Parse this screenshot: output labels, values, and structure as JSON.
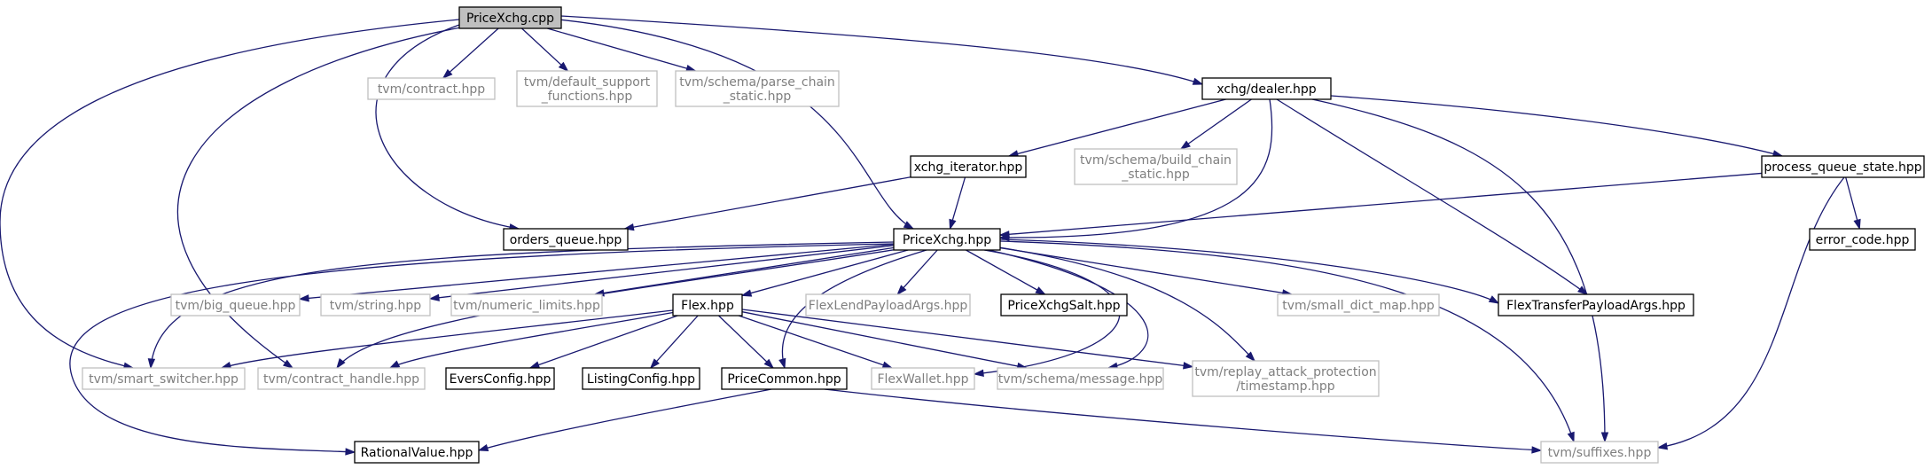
{
  "nodes": [
    {
      "id": "PriceXchg_cpp",
      "lines": [
        "PriceXchg.cpp"
      ],
      "documented": false,
      "root": true
    },
    {
      "id": "tvm_contract",
      "lines": [
        "tvm/contract.hpp"
      ],
      "documented": false
    },
    {
      "id": "tvm_default_support",
      "lines": [
        "tvm/default_support",
        "_functions.hpp"
      ],
      "documented": false
    },
    {
      "id": "tvm_parse_chain",
      "lines": [
        "tvm/schema/parse_chain",
        "_static.hpp"
      ],
      "documented": false
    },
    {
      "id": "xchg_dealer",
      "lines": [
        "xchg/dealer.hpp"
      ],
      "documented": true
    },
    {
      "id": "xchg_iterator",
      "lines": [
        "xchg_iterator.hpp"
      ],
      "documented": true
    },
    {
      "id": "tvm_build_chain",
      "lines": [
        "tvm/schema/build_chain",
        "_static.hpp"
      ],
      "documented": false
    },
    {
      "id": "process_queue_state",
      "lines": [
        "process_queue_state.hpp"
      ],
      "documented": true
    },
    {
      "id": "orders_queue",
      "lines": [
        "orders_queue.hpp"
      ],
      "documented": true
    },
    {
      "id": "PriceXchg_hpp",
      "lines": [
        "PriceXchg.hpp"
      ],
      "documented": true
    },
    {
      "id": "error_code",
      "lines": [
        "error_code.hpp"
      ],
      "documented": true
    },
    {
      "id": "tvm_big_queue",
      "lines": [
        "tvm/big_queue.hpp"
      ],
      "documented": false
    },
    {
      "id": "tvm_string",
      "lines": [
        "tvm/string.hpp"
      ],
      "documented": false
    },
    {
      "id": "tvm_numeric_limits",
      "lines": [
        "tvm/numeric_limits.hpp"
      ],
      "documented": false
    },
    {
      "id": "Flex_hpp",
      "lines": [
        "Flex.hpp"
      ],
      "documented": true
    },
    {
      "id": "FlexLendPayloadArgs",
      "lines": [
        "FlexLendPayloadArgs.hpp"
      ],
      "documented": false
    },
    {
      "id": "PriceXchgSalt",
      "lines": [
        "PriceXchgSalt.hpp"
      ],
      "documented": true
    },
    {
      "id": "tvm_small_dict_map",
      "lines": [
        "tvm/small_dict_map.hpp"
      ],
      "documented": false
    },
    {
      "id": "FlexTransferPayloadArgs",
      "lines": [
        "FlexTransferPayloadArgs.hpp"
      ],
      "documented": true
    },
    {
      "id": "tvm_smart_switcher",
      "lines": [
        "tvm/smart_switcher.hpp"
      ],
      "documented": false
    },
    {
      "id": "tvm_contract_handle",
      "lines": [
        "tvm/contract_handle.hpp"
      ],
      "documented": false
    },
    {
      "id": "EversConfig",
      "lines": [
        "EversConfig.hpp"
      ],
      "documented": true
    },
    {
      "id": "ListingConfig",
      "lines": [
        "ListingConfig.hpp"
      ],
      "documented": true
    },
    {
      "id": "PriceCommon",
      "lines": [
        "PriceCommon.hpp"
      ],
      "documented": true
    },
    {
      "id": "FlexWallet",
      "lines": [
        "FlexWallet.hpp"
      ],
      "documented": false
    },
    {
      "id": "tvm_schema_message",
      "lines": [
        "tvm/schema/message.hpp"
      ],
      "documented": false
    },
    {
      "id": "tvm_replay",
      "lines": [
        "tvm/replay_attack_protection",
        "/timestamp.hpp"
      ],
      "documented": false
    },
    {
      "id": "RationalValue",
      "lines": [
        "RationalValue.hpp"
      ],
      "documented": true
    },
    {
      "id": "tvm_suffixes",
      "lines": [
        "tvm/suffixes.hpp"
      ],
      "documented": false
    }
  ],
  "edges": [
    {
      "from": "PriceXchg_cpp",
      "to": "tvm_contract"
    },
    {
      "from": "PriceXchg_cpp",
      "to": "tvm_default_support"
    },
    {
      "from": "PriceXchg_cpp",
      "to": "tvm_parse_chain"
    },
    {
      "from": "PriceXchg_cpp",
      "to": "xchg_dealer"
    },
    {
      "from": "PriceXchg_cpp",
      "to": "orders_queue"
    },
    {
      "from": "PriceXchg_cpp",
      "to": "PriceXchg_hpp"
    },
    {
      "from": "PriceXchg_cpp",
      "to": "tvm_smart_switcher"
    },
    {
      "from": "PriceXchg_cpp",
      "to": "tvm_contract_handle"
    },
    {
      "from": "xchg_dealer",
      "to": "xchg_iterator"
    },
    {
      "from": "xchg_dealer",
      "to": "tvm_build_chain"
    },
    {
      "from": "xchg_dealer",
      "to": "process_queue_state"
    },
    {
      "from": "xchg_dealer",
      "to": "PriceXchg_hpp"
    },
    {
      "from": "xchg_dealer",
      "to": "FlexTransferPayloadArgs"
    },
    {
      "from": "xchg_dealer",
      "to": "tvm_suffixes"
    },
    {
      "from": "xchg_iterator",
      "to": "orders_queue"
    },
    {
      "from": "xchg_iterator",
      "to": "PriceXchg_hpp"
    },
    {
      "from": "process_queue_state",
      "to": "PriceXchg_hpp"
    },
    {
      "from": "process_queue_state",
      "to": "error_code"
    },
    {
      "from": "process_queue_state",
      "to": "tvm_suffixes"
    },
    {
      "from": "PriceXchg_hpp",
      "to": "tvm_big_queue"
    },
    {
      "from": "PriceXchg_hpp",
      "to": "tvm_string"
    },
    {
      "from": "PriceXchg_hpp",
      "to": "tvm_numeric_limits"
    },
    {
      "from": "PriceXchg_hpp",
      "to": "Flex_hpp"
    },
    {
      "from": "PriceXchg_hpp",
      "to": "FlexLendPayloadArgs"
    },
    {
      "from": "PriceXchg_hpp",
      "to": "PriceXchgSalt"
    },
    {
      "from": "PriceXchg_hpp",
      "to": "tvm_small_dict_map"
    },
    {
      "from": "PriceXchg_hpp",
      "to": "FlexTransferPayloadArgs"
    },
    {
      "from": "PriceXchg_hpp",
      "to": "tvm_smart_switcher"
    },
    {
      "from": "PriceXchg_hpp",
      "to": "tvm_contract_handle"
    },
    {
      "from": "PriceXchg_hpp",
      "to": "PriceCommon"
    },
    {
      "from": "PriceXchg_hpp",
      "to": "FlexWallet"
    },
    {
      "from": "PriceXchg_hpp",
      "to": "tvm_schema_message"
    },
    {
      "from": "PriceXchg_hpp",
      "to": "tvm_replay"
    },
    {
      "from": "PriceXchg_hpp",
      "to": "RationalValue"
    },
    {
      "from": "PriceXchg_hpp",
      "to": "tvm_suffixes"
    },
    {
      "from": "Flex_hpp",
      "to": "tvm_smart_switcher"
    },
    {
      "from": "Flex_hpp",
      "to": "tvm_contract_handle"
    },
    {
      "from": "Flex_hpp",
      "to": "EversConfig"
    },
    {
      "from": "Flex_hpp",
      "to": "ListingConfig"
    },
    {
      "from": "Flex_hpp",
      "to": "PriceCommon"
    },
    {
      "from": "Flex_hpp",
      "to": "FlexWallet"
    },
    {
      "from": "Flex_hpp",
      "to": "tvm_schema_message"
    },
    {
      "from": "Flex_hpp",
      "to": "tvm_replay"
    },
    {
      "from": "PriceCommon",
      "to": "RationalValue"
    },
    {
      "from": "PriceCommon",
      "to": "tvm_suffixes"
    }
  ],
  "colors": {
    "edge": "#191970",
    "root_fill": "#bfbfbf",
    "documented_border": "#000000",
    "undocumented_border": "#bfbfbf",
    "undocumented_text": "#7f7f7f"
  }
}
